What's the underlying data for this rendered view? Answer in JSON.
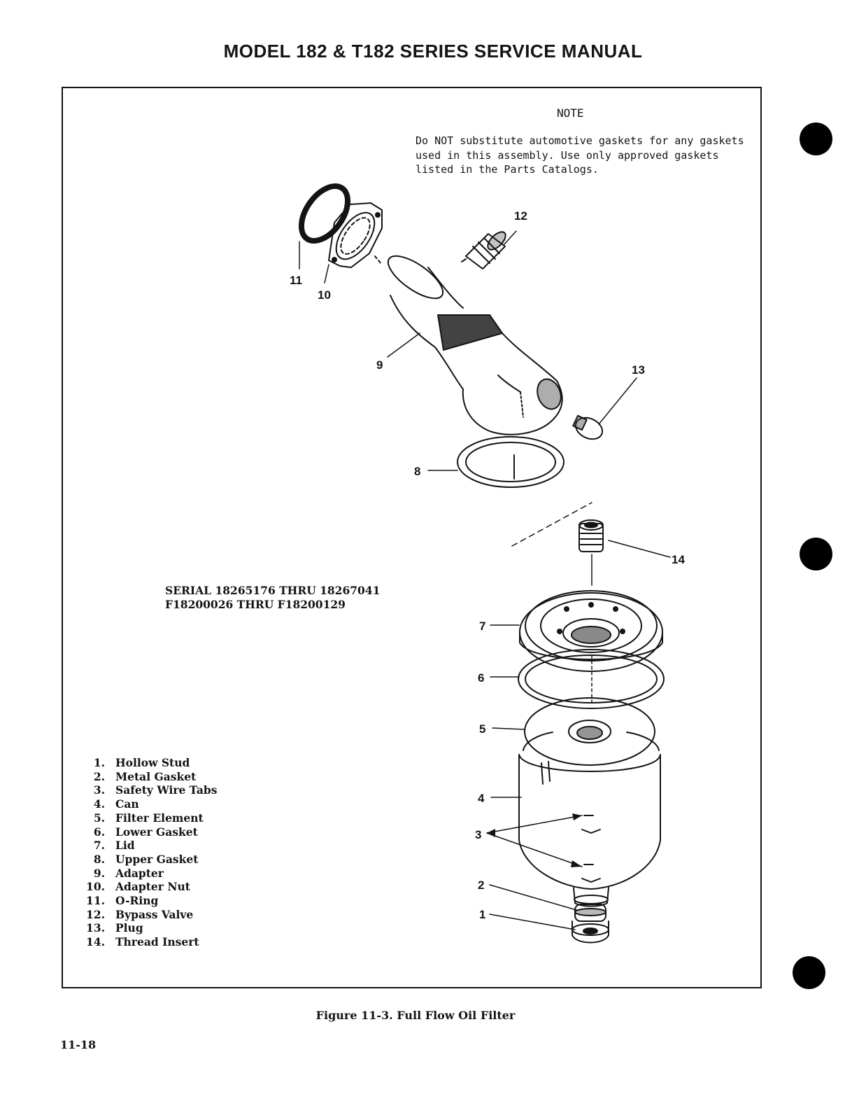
{
  "header": {
    "title": "MODEL 182 & T182 SERIES SERVICE MANUAL"
  },
  "note": {
    "title": "NOTE",
    "lines": [
      "Do NOT substitute automotive gaskets for any gaskets",
      "used in this assembly.  Use only approved gaskets",
      "listed in the Parts Catalogs."
    ]
  },
  "serial": {
    "lines": [
      "SERIAL 18265176 THRU 18267041",
      "F18200026 THRU F18200129"
    ]
  },
  "parts": [
    {
      "num": "1.",
      "name": "Hollow Stud"
    },
    {
      "num": "2.",
      "name": "Metal Gasket"
    },
    {
      "num": "3.",
      "name": "Safety Wire Tabs"
    },
    {
      "num": "4.",
      "name": "Can"
    },
    {
      "num": "5.",
      "name": "Filter Element"
    },
    {
      "num": "6.",
      "name": "Lower Gasket"
    },
    {
      "num": "7.",
      "name": "Lid"
    },
    {
      "num": "8.",
      "name": "Upper Gasket"
    },
    {
      "num": "9.",
      "name": "Adapter"
    },
    {
      "num": "10.",
      "name": "Adapter Nut"
    },
    {
      "num": "11.",
      "name": "O-Ring"
    },
    {
      "num": "12.",
      "name": "Bypass Valve"
    },
    {
      "num": "13.",
      "name": "Plug"
    },
    {
      "num": "14.",
      "name": "Thread Insert"
    }
  ],
  "callouts": {
    "c1": "1",
    "c2": "2",
    "c3": "3",
    "c4": "4",
    "c5": "5",
    "c6": "6",
    "c7": "7",
    "c8": "8",
    "c9": "9",
    "c10": "10",
    "c11": "11",
    "c12": "12",
    "c13": "13",
    "c14": "14"
  },
  "caption": "Figure 11-3.  Full Flow Oil Filter",
  "page_number": "11-18"
}
